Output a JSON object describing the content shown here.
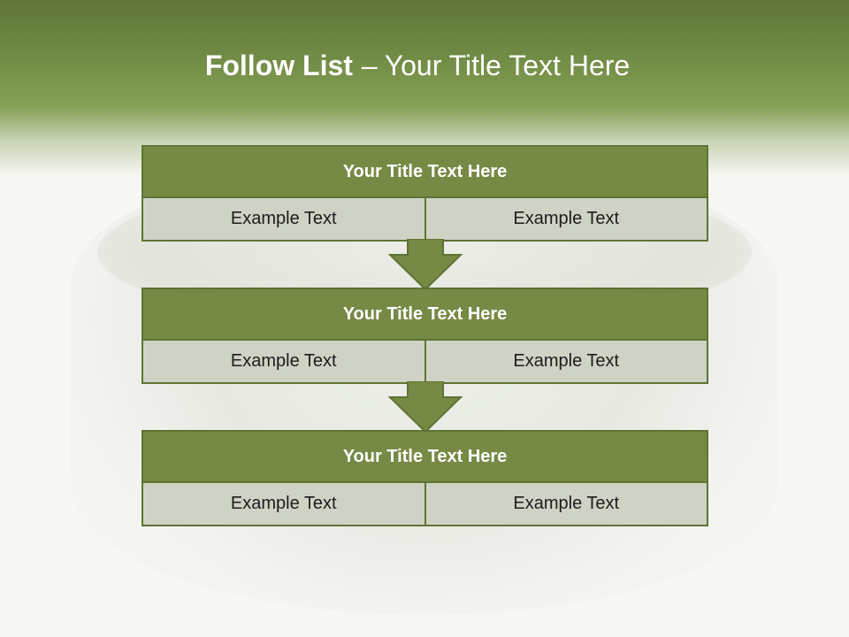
{
  "slide": {
    "title_bold": "Follow List",
    "title_dash": "–",
    "title_rest": "Your Title Text Here"
  },
  "steps": [
    {
      "title": "Your Title Text Here",
      "left": "Example Text",
      "right": "Example Text"
    },
    {
      "title": "Your Title Text Here",
      "left": "Example Text",
      "right": "Example Text"
    },
    {
      "title": "Your Title Text Here",
      "left": "Example Text",
      "right": "Example Text"
    }
  ],
  "colors": {
    "header_fill": "#768a45",
    "border": "#5e7433",
    "cell_fill": "#cfd3c5",
    "arrow_fill": "#768a45"
  }
}
